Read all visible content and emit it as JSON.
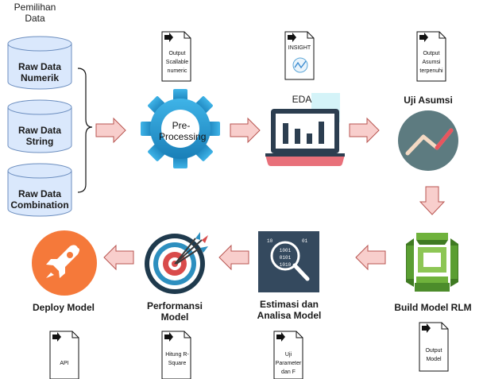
{
  "source_group": {
    "title": "Pemilihan Data",
    "items": [
      "Raw Data Numerik",
      "Raw Data String",
      "Raw Data Combination"
    ]
  },
  "steps": {
    "preprocessing": {
      "label": "Pre-Processing",
      "output": "Output Scallable numeric"
    },
    "eda": {
      "label": "EDA",
      "output": "INSIGHT"
    },
    "uji_asumsi": {
      "label": "Uji Asumsi",
      "output": "Output Asumsi terpenuhi"
    },
    "build_model": {
      "label": "Build Model RLM",
      "output": "Output Model"
    },
    "estimasi": {
      "label": "Estimasi dan Analisa Model",
      "output": "Uji Parameter dan F"
    },
    "performansi": {
      "label": "Performansi Model",
      "output": "Hitung R-Square"
    },
    "deploy": {
      "label": "Deploy Model",
      "output": "API"
    }
  },
  "colors": {
    "cylinder_fill": "#dae8fc",
    "cylinder_stroke": "#6c8ebf",
    "arrow_fill": "#f8cecc",
    "arrow_stroke": "#b85450",
    "gear": "#1e90c8",
    "eda_screen": "#2c3e50",
    "uji_circle": "#5d7b80",
    "uji_line": "#e8555e",
    "build_green": "#4c8c2b",
    "estimasi_bg": "#34495e",
    "deploy_orange": "#f5793a"
  }
}
